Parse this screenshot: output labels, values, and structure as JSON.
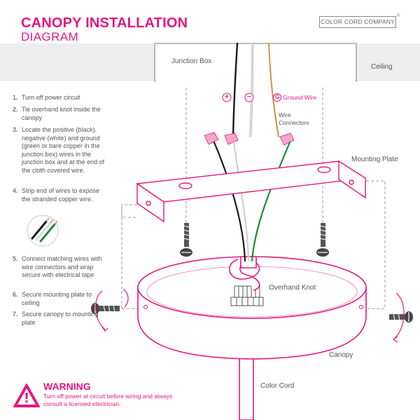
{
  "header": {
    "title": "CANOPY INSTALLATION",
    "subtitle": "DIAGRAM",
    "brand": "COLOR CORD COMPANY",
    "brand_mark": "®"
  },
  "steps": [
    {
      "num": "1.",
      "text": "Turn off power circuit"
    },
    {
      "num": "2.",
      "text": "Tie overhand knot inside the canopy"
    },
    {
      "num": "3.",
      "text": "Locate the positive (black), negative (white) and ground (green or bare copper in the junction box) wires in the junction box and at the end of the cloth covered wire."
    },
    {
      "num": "4.",
      "text": "Strip end of wires to expose the stranded copper wire."
    },
    {
      "num": "5.",
      "text": "Connect matching wires with wire connectors and wrap secure with electrical tape"
    },
    {
      "num": "6.",
      "text": "Secure mounting plate to ceiling"
    },
    {
      "num": "7.",
      "text": "Secure canopy to mounting plate"
    }
  ],
  "labels": {
    "junction_box": "Junction Box",
    "ceiling": "Ceiling",
    "plus": "+",
    "minus": "−",
    "ground_symbol": "G",
    "ground_wire": "Ground Wire",
    "wire_connectors": "Wire Connectors",
    "mounting_plate": "Mounting Plate",
    "overhand_knot": "Overhand Knot",
    "canopy": "Canopy",
    "color_cord": "Color Cord"
  },
  "warning": {
    "title": "WARNING",
    "text": "Turn off power at circuit before wiring and always consult a licensed electrician."
  },
  "colors": {
    "accent": "#e4177f",
    "line_gray": "#8a8a8a",
    "header_bg": "#eeeeee",
    "wire_black": "#1a1a1a",
    "wire_green": "#1f8a3a",
    "wire_copper": "#c8924d",
    "wire_white": "#cfcfcf",
    "connector_pink": "#f4a6c9"
  }
}
